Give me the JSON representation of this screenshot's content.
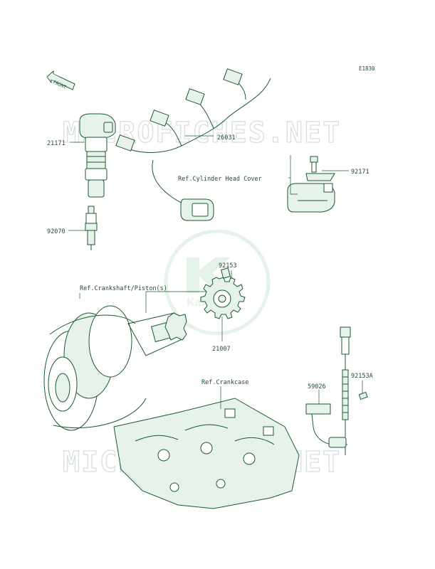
{
  "diagram_code": "E1830",
  "front_arrow_label": "FRONT",
  "watermark_text": "MICROFICHES.NET",
  "brand_logo_text": "Kawasaki",
  "colors": {
    "line": "#1a5a32",
    "fill": "#e6f2ea",
    "logo": "#cfe9d8",
    "watermark": "#d9dede"
  },
  "callouts": {
    "ignition_coil": "21171",
    "wire_harness": "26031",
    "spark_plug": "92070",
    "bolt_top": "92171",
    "gear_bolt": "92153",
    "rotor": "21007",
    "bracket": "59026",
    "bracket_bolt": "92153A"
  },
  "references": {
    "cylinder_head_cover": "Ref.Cylinder Head Cover",
    "crankshaft_piston": "Ref.Crankshaft/Piston(s)",
    "crankcase": "Ref.Crankcase"
  }
}
